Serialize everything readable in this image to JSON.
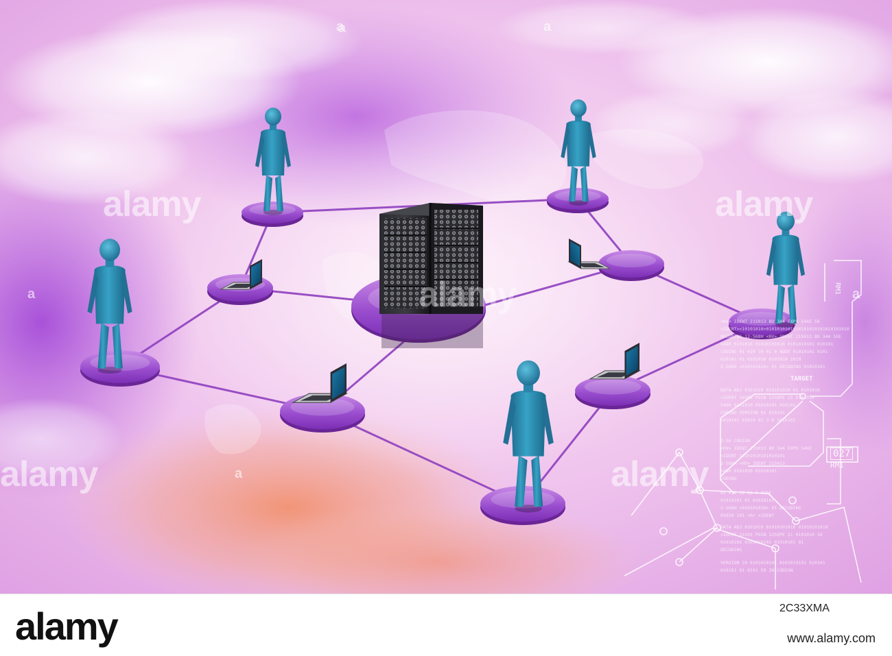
{
  "watermark": {
    "brand": "alamy",
    "a_mark": "a"
  },
  "hud": {
    "label_target": "TARGET",
    "label_027": "027",
    "label_rm1_top": "RM1",
    "label_rm1_bottom": "RM1",
    "data_lines": [
      "<HV> IDENT 215013 BD 344 EXPO 54XE 50",
      "<IDENT><10101010>0101010101010101010101010101010",
      "DECODING 12-568H <HV> IDENT 215013 BD 344 5XE",
      "5480 0101010 01010101010 0101010101 010101",
      "CODING 01 010 10 01 0 NODE 01010101 0101",
      "010101 01 0101010 0101010 1010",
      "2-568H <010101010> 01 DECODING 01010101",
      "DATA ADJ 0101010 010101010 01 0101010",
      "<IDENT 10101 POIN 12SQPE 21 0101010",
      "5480 0101010 01010101 010101",
      "CODING VERSION 01 010101",
      "<010101 01010 01 3 0 1010101",
      "2-56 CODIGN",
      "<HV> IDENT 215013 BD 344 EXPO 54XE",
      "<IDENT 10101010101010101",
      "2-568H <HV> IDENT 215013",
      "5480 0101010 01010101",
      "CODING",
      "01 010 10 01 0 NODE",
      "01010101 01 01010101",
      "2-568H <010101010> 01 DECODING",
      "01010 101 <0/ <IDENT",
      "DATA ADJ 0101010 01010101010 01010101010",
      "<IDENT 10101 POIN 12SQPE 21 0101010 10",
      "01010101 0101010101 01010101 01",
      "DECODING",
      "VERSION 20 0101010101 0101010101 010101",
      "010101 01 0101 ER IN CODIGN"
    ]
  },
  "footer": {
    "logo": "alamy",
    "image_id": "2C33XMA",
    "website": "www.alamy.com"
  },
  "colors": {
    "background_pink": "#f3c9ee",
    "background_purple": "#b866d9",
    "person_blue": "#2f8fb3",
    "platform_purple": "#9a4fc4",
    "server_black": "#1e1e22",
    "link_line": "#8a3fb8",
    "footer_bg": "#ffffff"
  },
  "icons": [
    "person-figure",
    "laptop",
    "server-rack",
    "circular-platform",
    "hud-circuit"
  ]
}
